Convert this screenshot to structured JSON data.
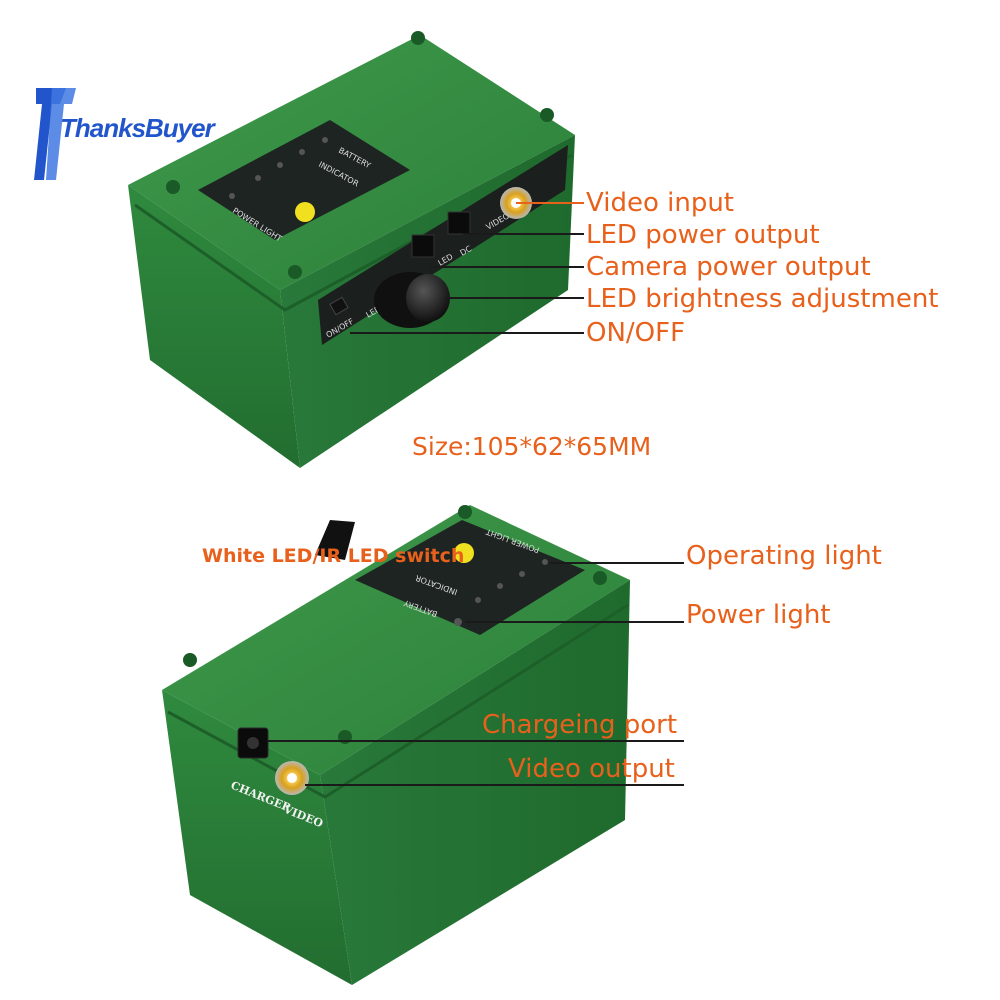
{
  "brand": {
    "name": "ThanksBuyer",
    "icon": "tb-logo-icon",
    "color": "#2255cc"
  },
  "colors": {
    "accent": "#e8611c",
    "case_green": "#2e8b3e",
    "panel_dark": "#1f2321"
  },
  "top_callouts": [
    {
      "id": "video-input",
      "label": "Video input"
    },
    {
      "id": "led-power-output",
      "label": "LED power output"
    },
    {
      "id": "camera-power-output",
      "label": "Camera power output"
    },
    {
      "id": "led-brightness-adjustment",
      "label": "LED brightness adjustment"
    },
    {
      "id": "on-off",
      "label": "ON/OFF"
    }
  ],
  "size_label": "Size:105*62*65MM",
  "bottom_callouts": [
    {
      "id": "white-led-ir-switch",
      "label": "White LED/IR LED switch"
    },
    {
      "id": "operating-light",
      "label": "Operating light"
    },
    {
      "id": "power-light",
      "label": "Power light"
    },
    {
      "id": "charging-port",
      "label": "Chargeing port"
    },
    {
      "id": "video-output",
      "label": "Video output"
    }
  ],
  "device_top": {
    "panel_labels": [
      "BATTERY",
      "INDICATOR",
      "POWER LIGHT"
    ],
    "port_labels": [
      "ON/OFF",
      "LED",
      "LED",
      "DC",
      "VIDEO"
    ]
  },
  "device_bottom": {
    "panel_labels": [
      "POWER LIGHT",
      "INDICATOR",
      "BATTERY"
    ],
    "port_labels": [
      "CHARGER",
      "VIDEO"
    ]
  }
}
